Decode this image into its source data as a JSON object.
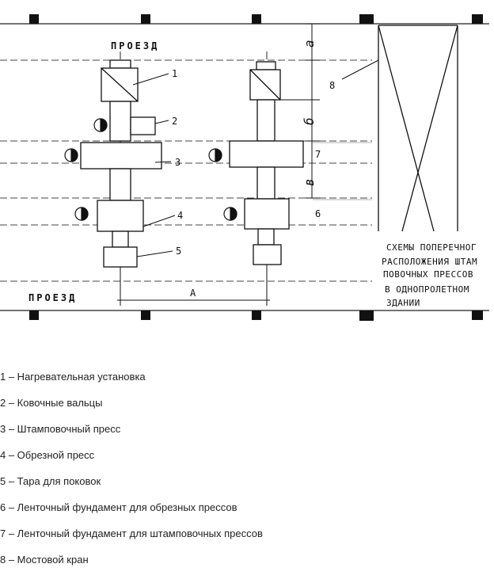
{
  "diagram": {
    "driveway_top": "ПРОЕЗД",
    "driveway_bottom": "ПРОЕЗД",
    "dim_a": "а",
    "dim_b": "б",
    "dim_v": "в",
    "dim_A": "А",
    "callouts": [
      "1",
      "2",
      "3",
      "4",
      "5",
      "8",
      "7",
      "6"
    ],
    "caption_lines": [
      "СХЕМЫ ПОПЕРЕЧНОГ",
      "РАСПОЛОЖЕНИЯ ШТАМ",
      "ПОВОЧНЫХ ПРЕССОВ",
      "В ОДНОПРОЛЕТНОМ",
      "ЗДАНИИ"
    ]
  },
  "legend": [
    "1 – Нагревательная установка",
    "2 – Ковочные вальцы",
    "3 – Штамповочный пресс",
    "4 – Обрезной пресс",
    "5 – Тара для поковок",
    "6 – Ленточный фундамент для обрезных прессов",
    "7 – Ленточный фундамент для штамповочных прессов",
    "8 – Мостовой кран"
  ]
}
